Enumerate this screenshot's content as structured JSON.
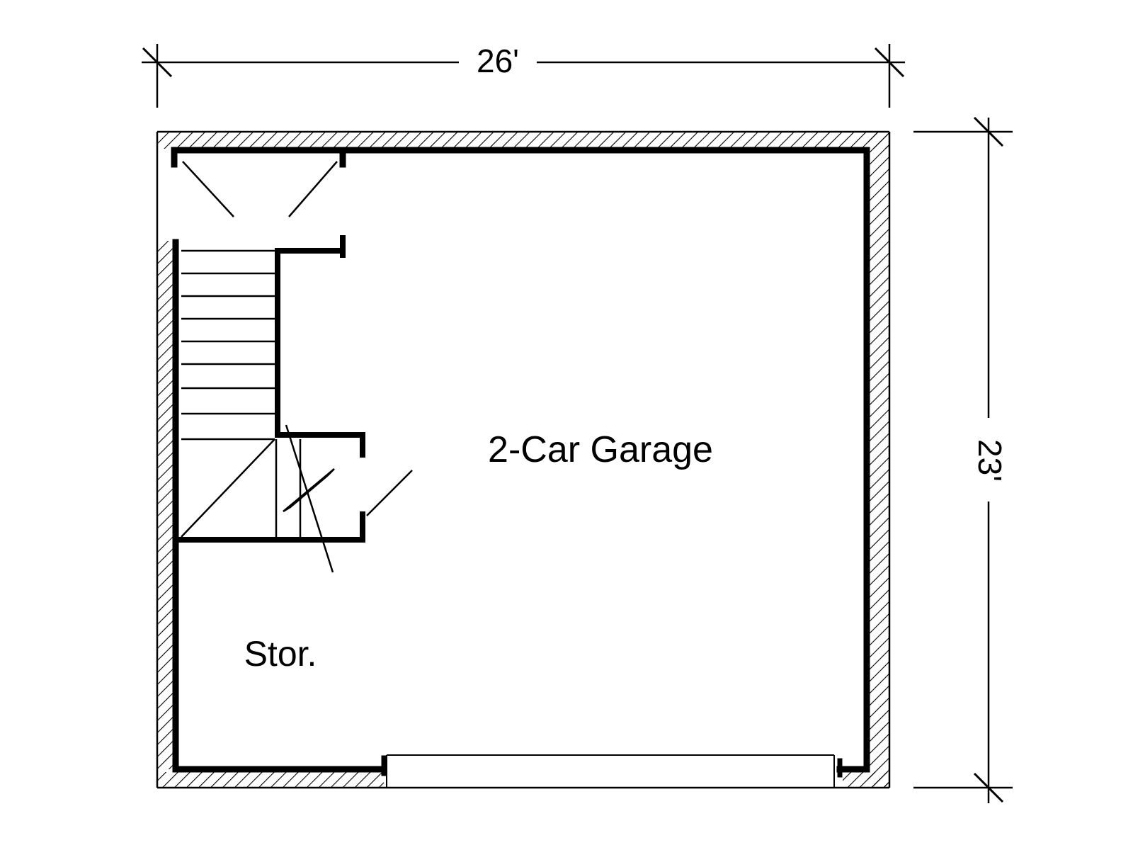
{
  "dimensions": {
    "width": "26'",
    "depth": "23'"
  },
  "rooms": {
    "garage": "2-Car Garage",
    "storage": "Stor."
  },
  "colors": {
    "line": "#000000",
    "background": "#ffffff"
  }
}
